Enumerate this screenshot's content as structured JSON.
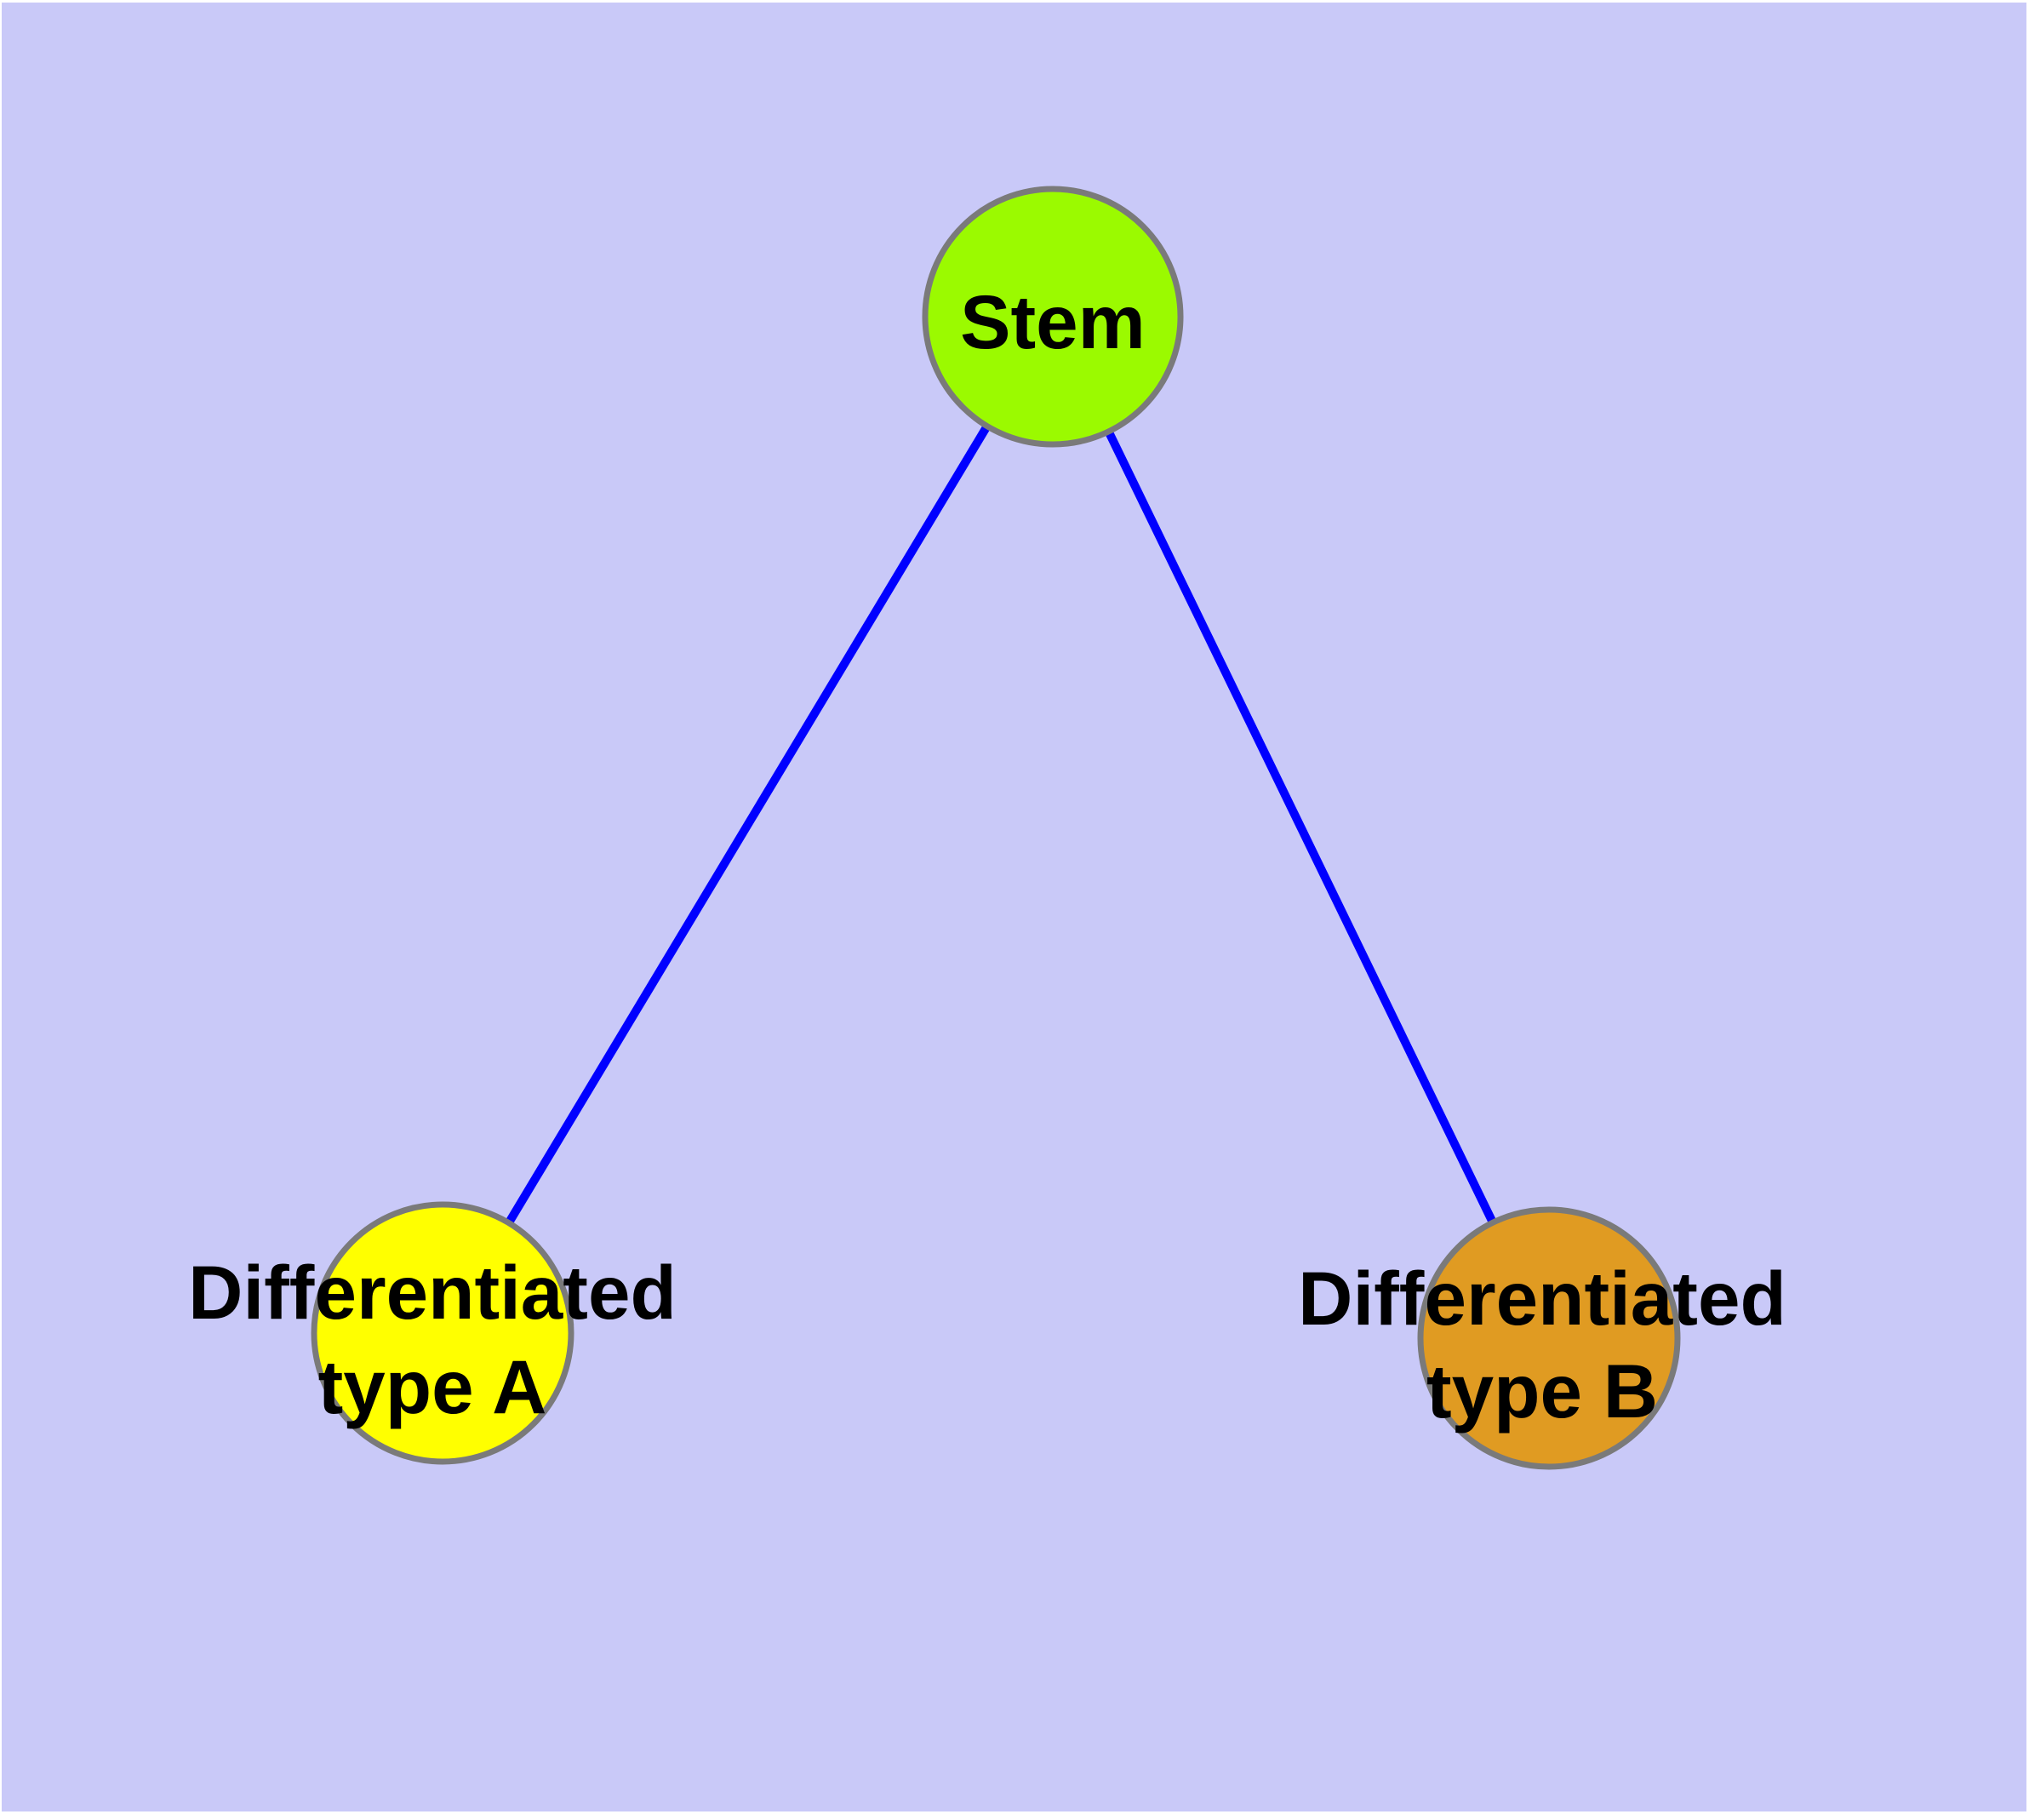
{
  "diagram": {
    "kind": "graph",
    "background_color": "#c9c9f8",
    "page_margin_color": "#ffffff",
    "edge_color": "#0000ff",
    "node_border_color": "#7a7a7a",
    "label_color": "#000000",
    "nodes": [
      {
        "id": "stem",
        "label": "Stem",
        "lines": [
          "Stem"
        ],
        "color": "#9bfa00"
      },
      {
        "id": "differentiated-type-a",
        "label": "Differentiated type A",
        "lines": [
          "Differentiated",
          "type A"
        ],
        "color": "#ffff00"
      },
      {
        "id": "differentiated-type-b",
        "label": "Differentiated type B",
        "lines": [
          "Differentiated",
          "type B"
        ],
        "color": "#e09b22"
      }
    ],
    "edges": [
      {
        "from": "Stem",
        "to": "Differentiated type A"
      },
      {
        "from": "Stem",
        "to": "Differentiated type B"
      }
    ]
  }
}
